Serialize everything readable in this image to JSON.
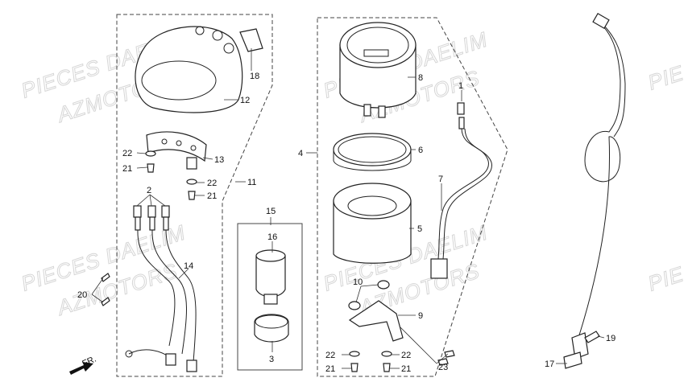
{
  "watermarks": [
    "PIECES DAELIM",
    "AZMOTORS",
    "PIECES DAELIM",
    "AZMOTORS",
    "PIECES DAELIM",
    "AZMOTORS",
    "PIECES DAELIM",
    "AZMOTORS",
    "PIE",
    "PIE"
  ],
  "direction_label": "FR.",
  "callouts": [
    "1",
    "2",
    "4",
    "5",
    "6",
    "7",
    "8",
    "9",
    "10",
    "11",
    "12",
    "13",
    "14",
    "15",
    "16",
    "17",
    "18",
    "19",
    "20",
    "21",
    "22",
    "3",
    "23"
  ],
  "callout_instances": {
    "c1": "1",
    "c2": "2",
    "c3": "3",
    "c4": "4",
    "c5": "5",
    "c6": "6",
    "c7": "7",
    "c8": "8",
    "c9": "9",
    "c10": "10",
    "c11": "11",
    "c12": "12",
    "c13": "13",
    "c14": "14",
    "c15": "15",
    "c16": "16",
    "c17": "17",
    "c18": "18",
    "c19": "19",
    "c20": "20",
    "c21a": "21",
    "c21b": "21",
    "c21c": "21",
    "c21d": "21",
    "c22a": "22",
    "c22b": "22",
    "c22c": "22",
    "c22d": "22",
    "c23": "23"
  },
  "colors": {
    "line": "#222222",
    "watermark": "#d6d6d6",
    "background": "#ffffff"
  }
}
